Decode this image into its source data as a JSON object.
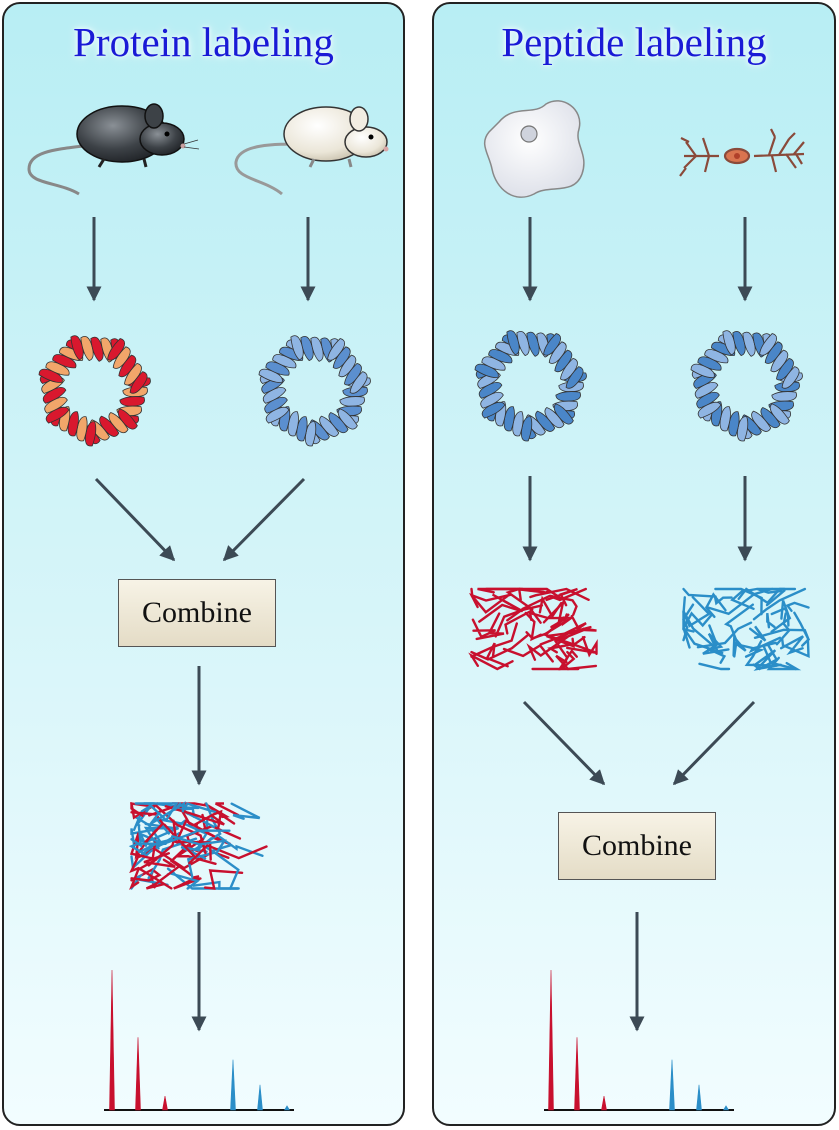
{
  "panels": {
    "left": {
      "title": "Protein labeling",
      "combine_label": "Combine"
    },
    "right": {
      "title": "Peptide labeling",
      "combine_label": "Combine"
    }
  },
  "colors": {
    "title": "#1a1ad6",
    "heavy_label": "#c8102e",
    "light_label": "#2b8ec8",
    "arrow": "#3c4a55",
    "panel_bg_top": "#b8eef4"
  },
  "icons": {
    "left_sources": [
      "dark-mouse-icon",
      "white-mouse-icon"
    ],
    "right_sources": [
      "amoeba-cell-icon",
      "neuron-cell-icon"
    ],
    "proteins": [
      "red-protein-icon",
      "blue-protein-icon"
    ],
    "peptides": [
      "red-peptide-mix-icon",
      "blue-peptide-mix-icon",
      "mixed-peptide-icon"
    ],
    "output": "mass-spectrum-icon"
  },
  "spectrum_peaks": {
    "red": [
      1.0,
      0.52,
      0.1
    ],
    "blue": [
      0.36,
      0.18,
      0.03
    ]
  }
}
